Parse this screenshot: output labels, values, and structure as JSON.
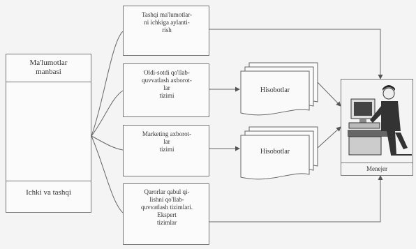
{
  "source": {
    "title_line1": "Ma'lumotlar",
    "title_line2": "manbasi",
    "footer": "Ichki va tashqi"
  },
  "systems": [
    {
      "lines": [
        "Tashqi ma'lumotlar-",
        "ni ichkiga aylanti-",
        "rish"
      ]
    },
    {
      "lines": [
        "Oldi-sotdi qo'llab-",
        "quvvatlash axborot-",
        "lar",
        "tizimi"
      ]
    },
    {
      "lines": [
        "Marketing axborot-",
        "lar",
        "tizimi"
      ]
    },
    {
      "lines": [
        "Qarorlar qabul qi-",
        "lishni qo'llab-",
        "quvvatlash tizimlari.",
        "Ekspert",
        "tizimlar"
      ]
    }
  ],
  "reports": [
    {
      "label": "Hisobotlar"
    },
    {
      "label": "Hisobotlar"
    }
  ],
  "manager": {
    "label": "Menejer"
  }
}
